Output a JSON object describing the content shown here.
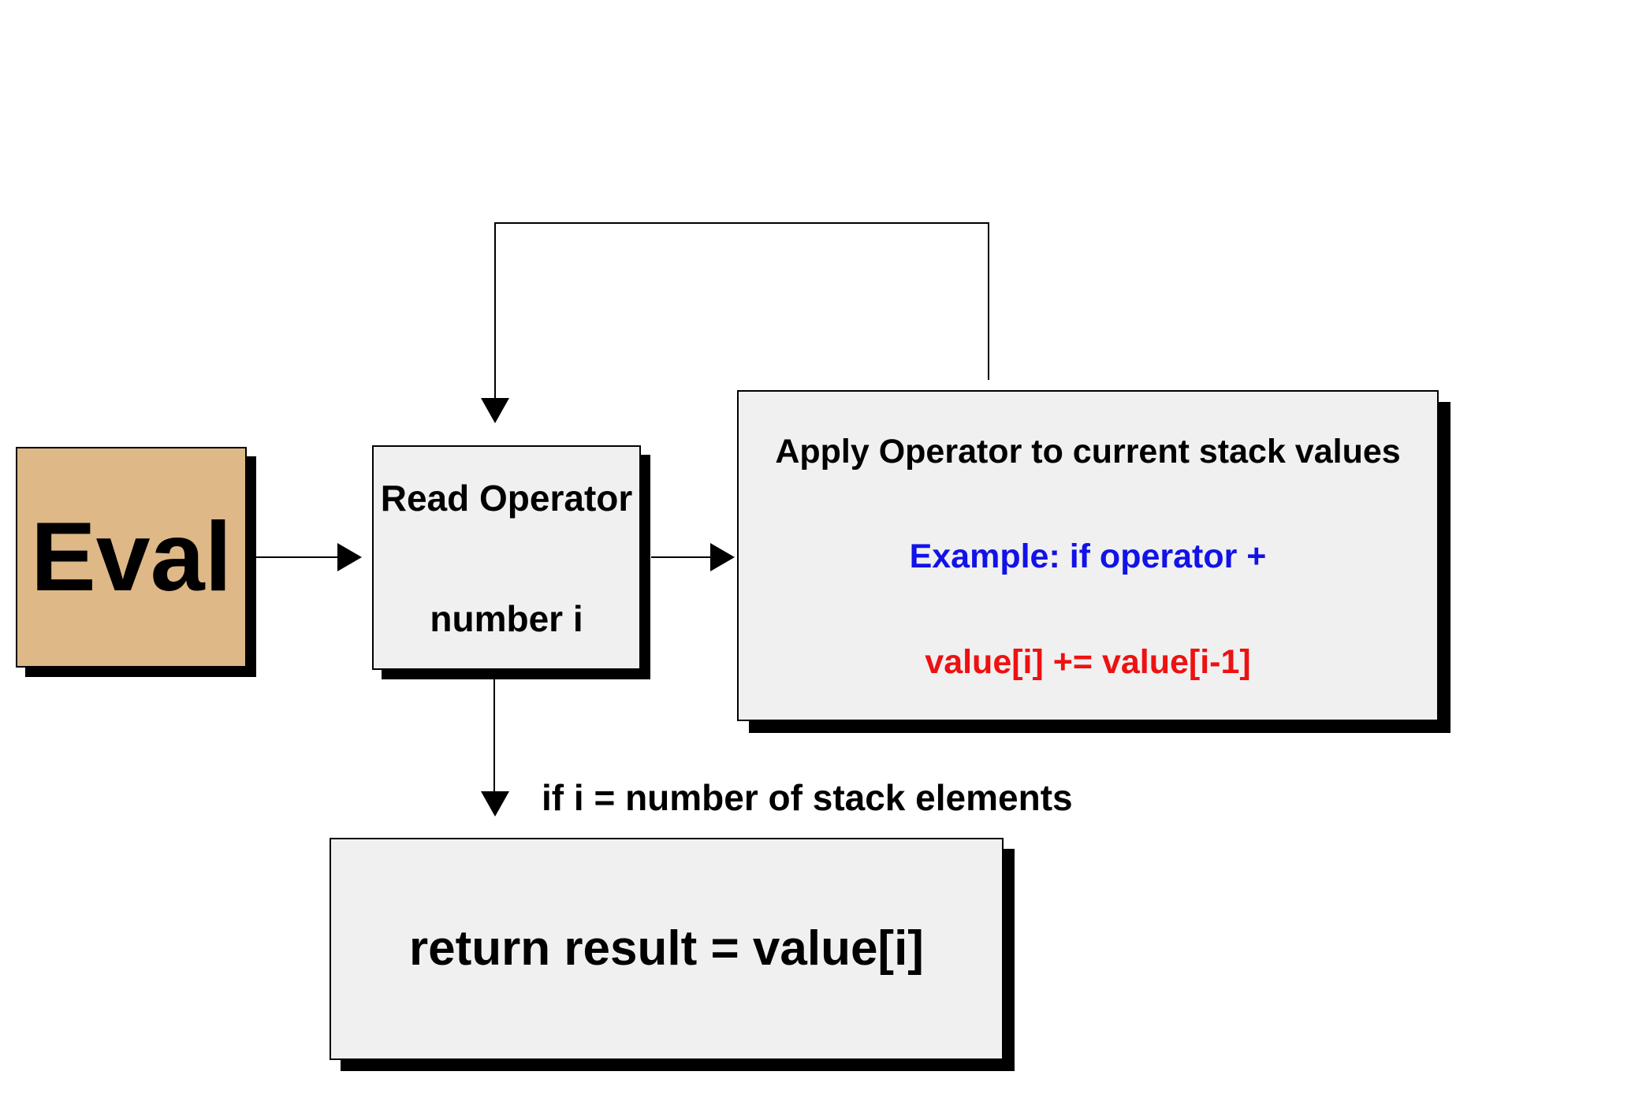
{
  "canvas": {
    "background": "#FFFFFF"
  },
  "nodes": {
    "eval": {
      "label": "Eval",
      "fill": "#DEB887",
      "text_color": "#000000"
    },
    "read_operator": {
      "line1": "Read Operator",
      "line2": "number i",
      "fill": "#F0F0F0",
      "text_color": "#000000"
    },
    "apply_operator": {
      "title": "Apply Operator to current stack values",
      "title_color": "#000000",
      "example": "Example: if operator +",
      "example_color": "#1212E8",
      "code": "value[i] += value[i-1]",
      "code_color": "#EE1111",
      "fill": "#F0F0F0"
    },
    "return_result": {
      "label": "return result = value[i]",
      "fill": "#F0F0F0",
      "text_color": "#000000"
    }
  },
  "edges": {
    "condition_label": "if i = number of stack elements",
    "line_color": "#000000"
  }
}
